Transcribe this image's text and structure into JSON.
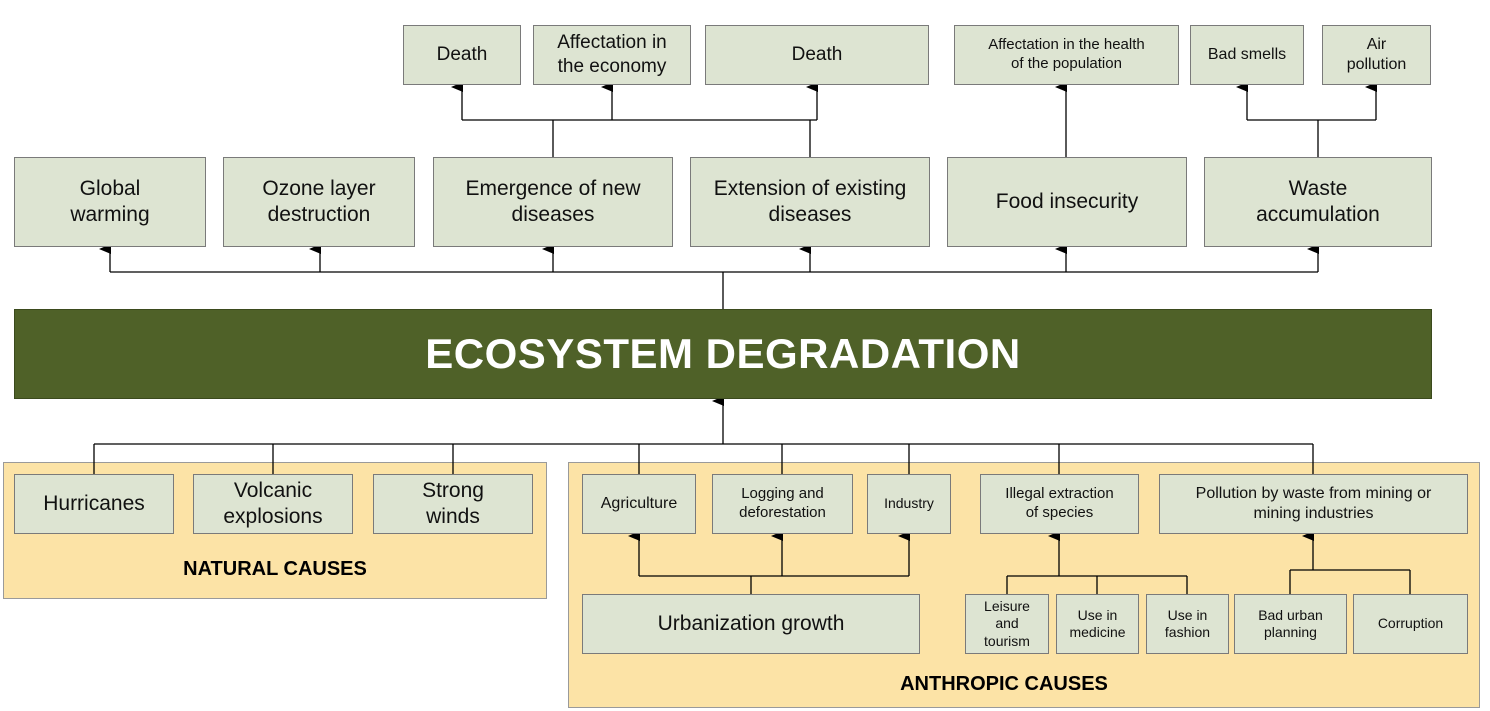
{
  "core": "ECOSYSTEM DEGRADATION",
  "effects": {
    "global_warming": "Global\nwarming",
    "ozone": "Ozone layer\ndestruction",
    "new_diseases": "Emergence of new\ndiseases",
    "existing_diseases": "Extension of existing\ndiseases",
    "food_insecurity": "Food insecurity",
    "waste_accumulation": "Waste\naccumulation"
  },
  "consequences": {
    "death_1": "Death",
    "economy": "Affectation in\nthe economy",
    "death_2": "Death",
    "health": "Affectation in the health\nof the population",
    "bad_smells": "Bad smells",
    "air_pollution": "Air\npollution"
  },
  "natural": {
    "title": "NATURAL CAUSES",
    "hurricanes": "Hurricanes",
    "volcanic": "Volcanic\nexplosions",
    "winds": "Strong\nwinds"
  },
  "anthropic": {
    "title": "ANTHROPIC CAUSES",
    "agriculture": "Agriculture",
    "logging": "Logging and\ndeforestation",
    "industry": "Industry",
    "illegal_extraction": "Illegal extraction\nof species",
    "mining_pollution": "Pollution by waste from mining or\nmining industries",
    "urbanization": "Urbanization growth",
    "leisure": "Leisure\nand\ntourism",
    "medicine": "Use in\nmedicine",
    "fashion": "Use in\nfashion",
    "urban_planning": "Bad urban\nplanning",
    "corruption": "Corruption"
  }
}
